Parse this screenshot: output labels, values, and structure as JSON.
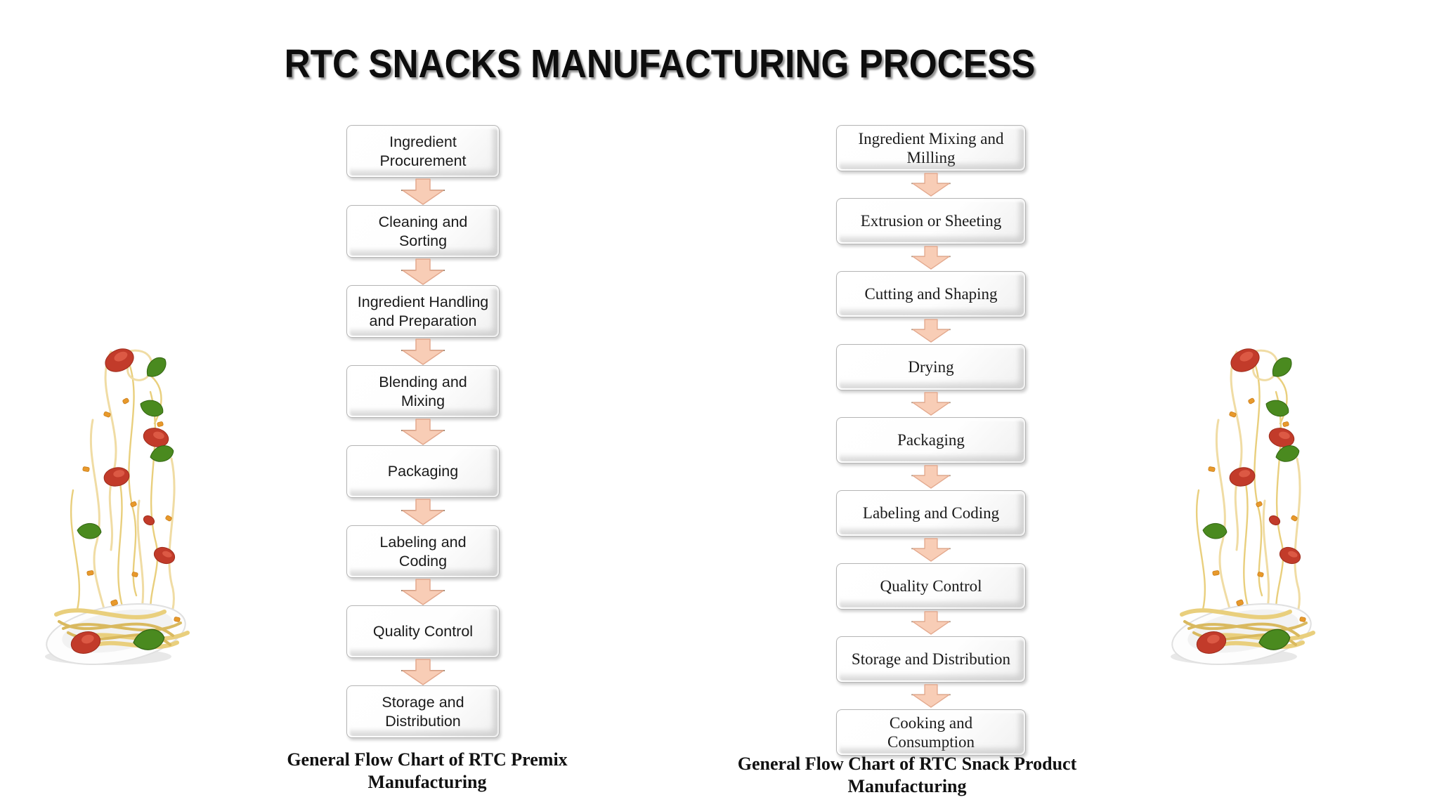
{
  "title": "RTC SNACKS MANUFACTURING PROCESS",
  "flowcharts": {
    "premix": {
      "steps": [
        "Ingredient\nProcurement",
        "Cleaning and\nSorting",
        "Ingredient Handling\nand Preparation",
        "Blending and\nMixing",
        "Packaging",
        "Labeling and\nCoding",
        "Quality Control",
        "Storage and\nDistribution"
      ],
      "caption": {
        "line1": "General Flow Chart of RTC Premix",
        "line2": "Manufacturing"
      }
    },
    "snack": {
      "steps": [
        "Ingredient Mixing and\nMilling",
        "Extrusion or Sheeting",
        "Cutting and Shaping",
        "Drying",
        "Packaging",
        "Labeling and Coding",
        "Quality Control",
        "Storage and Distribution",
        "Cooking and\nConsumption"
      ],
      "caption": {
        "line1": "General Flow Chart of RTC Snack Product",
        "line2": "Manufacturing"
      }
    }
  },
  "decor": {
    "left_image": "plate-with-flying-noodles-tomatoes-basil",
    "right_image": "plate-with-flying-noodles-tomatoes-basil"
  },
  "colors": {
    "title_color": "#0d0d0d",
    "text_color": "#1a1a1a",
    "box_border": "#b5b5b5",
    "arrow_fill": "#f8cdb6",
    "arrow_stroke": "#e3a98e",
    "arrow_wing": "#9b8672",
    "noodle": "#e9cf7d",
    "noodle_light": "#f0dca4",
    "noodle_dark": "#d9b95f",
    "tomato": "#c23b2a",
    "basil": "#4a8a1f"
  }
}
